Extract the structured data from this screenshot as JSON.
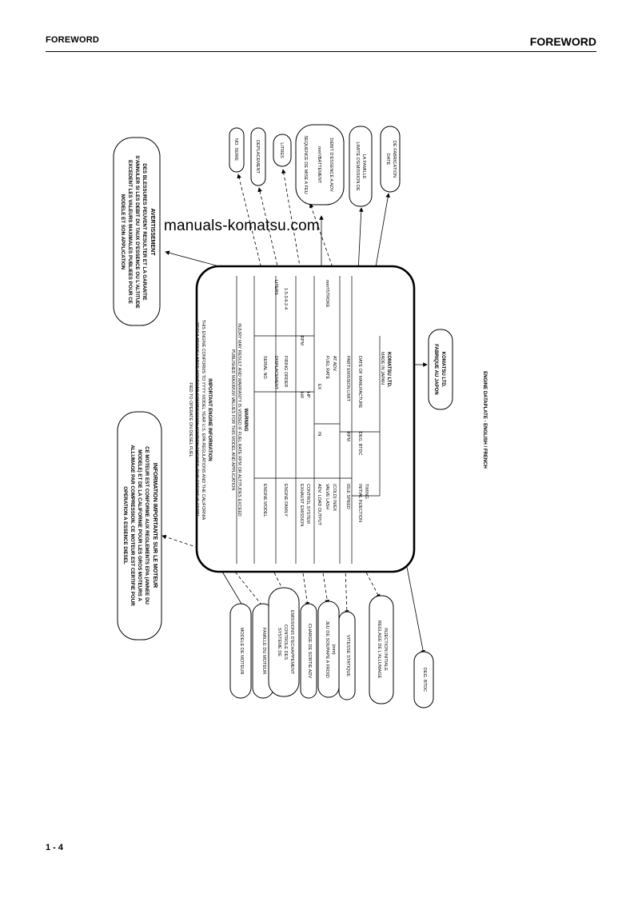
{
  "header": {
    "left": "FOREWORD",
    "right": "FOREWORD"
  },
  "footer": {
    "page_number": "1 - 4"
  },
  "watermark": "manuals-komatsu.com",
  "caption": "ENGINE DATAPLATE - ENGLISH / FRENCH",
  "french_top": {
    "title": "AVERTISSEMENT",
    "line1": "DES BLESSURES PEUVENT RESULTER ET LA GARANTIE",
    "line2": "S'ANNULER SI LES DEBIT DU TAUX D'ESSENCE OU L'ALTITUDE",
    "line3": "EXCEDENT LES VALEURS MAXIMALES PUBLIEES POUR CE",
    "line4": "MODELE ET SON APPLICATION"
  },
  "french_bottom": {
    "title": "INFORMATION IMPORTANTE SUR LE MOTEUR",
    "line1": "CE MOTEUR EST CONFORME AUX REGLEMENTS EPA (ANNEE DU",
    "line2": "MODELE) ET DE LA CALIFORNIE POUR LES GROS MOTEURS A",
    "line3": "ALLUMAGE PAR COMPRESSION. CE MOTEUR EST CERTIFIE POUR",
    "line4": "OPERATION A ESSENCE DIESEL"
  },
  "plate": {
    "title": "IMPORTANT ENGINE INFORMATION",
    "l1": "THIS ENGINE CONFORMS TO YYYY MODEL YEAR U.S. EPA REGULATIONS AND THE CALIFORNIA",
    "l2": "REGULATIONS LARGE NONROAD COMPRESSION IGNITION ENGINES. THIS ENGINE IS CERTI-",
    "l3": "FIED TO OPERATE ON DIESEL FUEL",
    "warning": "WARNING",
    "w1": "INJURY MAY RESULT AND WARRANTY IS VOIDED IF FUEL RATE RPM OR ALTITUDES EXCEED",
    "w2": "PUBLISHED MAXIMUM VALUES FOR THIS MODEL AND APPLICATION",
    "engine_model": "ENGINE MODEL",
    "serial_no": "SERIAL NO.",
    "displacement": "DISPLACEMENT",
    "disp_unit": "LITERS",
    "engine_family": "ENGINE FAMILY",
    "firing_order": "FIRING ORDER",
    "firing_value": "1-5-3-6-2-4",
    "exhaust_1": "EXHAUST EMISSION",
    "exhaust_2": "CONTROL SYSTEM",
    "adv_output": "ADV. LOAD OUTPUT",
    "kw": "kW",
    "hp": "HP",
    "rpm": "RPM",
    "valve_1": "VALVE LASH",
    "valve_2": "(COLD) IN/EX",
    "in": "IN",
    "ex": "EX",
    "fuel_1": "FUEL RATE",
    "fuel_2": "AT ADV.",
    "fuel_unit": "mm³/STROKE",
    "idle": "IDLE SPEED",
    "rpm2": "RPM",
    "emission_limit": "PART EMISSION LIMIT",
    "inj_1": "INITIAL INJECTION",
    "inj_2": "TIMING",
    "deg": "DEG. BTDC",
    "date": "DATE OF MANUFACTURE",
    "maker_1": "KOMATSU LTD.",
    "maker_2": "MADE IN JAPAN"
  },
  "top_labels": {
    "serial": "NO. SERIE",
    "displacement": "DEPLACEMENT",
    "litres": "LITRES",
    "firing_seq": "SEQUENCE DE MISE A FEU",
    "fuel_flow": "DEBIT D'ESSENCE A ADV",
    "fuel_unit": "mm³/BATTEMENT",
    "emission_limit_1": "LIMITE D'EMISSION DE",
    "emission_limit_2": "LA FAMILLE",
    "date_1": "DATE",
    "date_2": "DE FABRICATION"
  },
  "right_label": {
    "line1": "KOMATSU LTD.",
    "line2": "FABRIQUE AU JAPON"
  },
  "bottom_labels": {
    "model": "MODELE DE MOTEUR",
    "family": "FAMILLE DU MOTEUR",
    "system_1": "SYSTEME DE",
    "system_2": "CONTROLE DES",
    "system_3": "EMISSIONS D'ECHAPPEMENT",
    "output": "CHARGE DE SORTIE ADV",
    "valve_1": "JEU DE SOUPAPE A FROID",
    "valve_2": "(mm)",
    "idle": "VITESSE STATIQUE",
    "inj_1": "REGLAGE DE L'ALLUMAGE",
    "inj_2": "INJECTION INITIALE",
    "deg": "DEG. BTDC"
  }
}
